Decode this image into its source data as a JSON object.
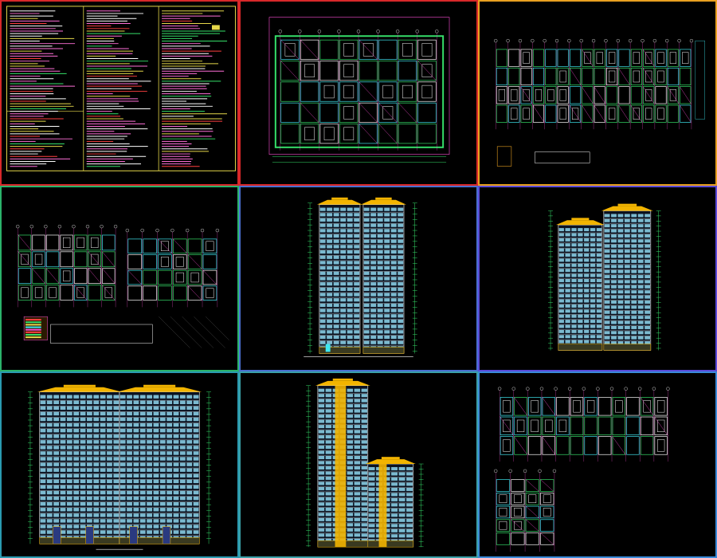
{
  "sheets": [
    {
      "kind": "notes",
      "frame_color": "#d8282a"
    },
    {
      "kind": "plan",
      "frame_color": "#d8282a"
    },
    {
      "kind": "plan-wide",
      "frame_color": "#e8a020"
    },
    {
      "kind": "plan-wide",
      "frame_color": "#2bb36a"
    },
    {
      "kind": "elevation",
      "frame_color": "#4a6fd0"
    },
    {
      "kind": "elevation",
      "frame_color": "#5a4ad8"
    },
    {
      "kind": "elevation",
      "frame_color": "#2a9ab0"
    },
    {
      "kind": "elevation",
      "frame_color": "#3aa0a8"
    },
    {
      "kind": "plan",
      "frame_color": "#3a8ad8"
    }
  ],
  "colors": {
    "background": "#000000",
    "facade_yellow": "#f2b400",
    "window_blue": "#8fd8f0",
    "line_green": "#36e06a",
    "line_magenta": "#ff4fd8",
    "line_cyan": "#3fe8f0",
    "line_white": "#ffffff"
  }
}
